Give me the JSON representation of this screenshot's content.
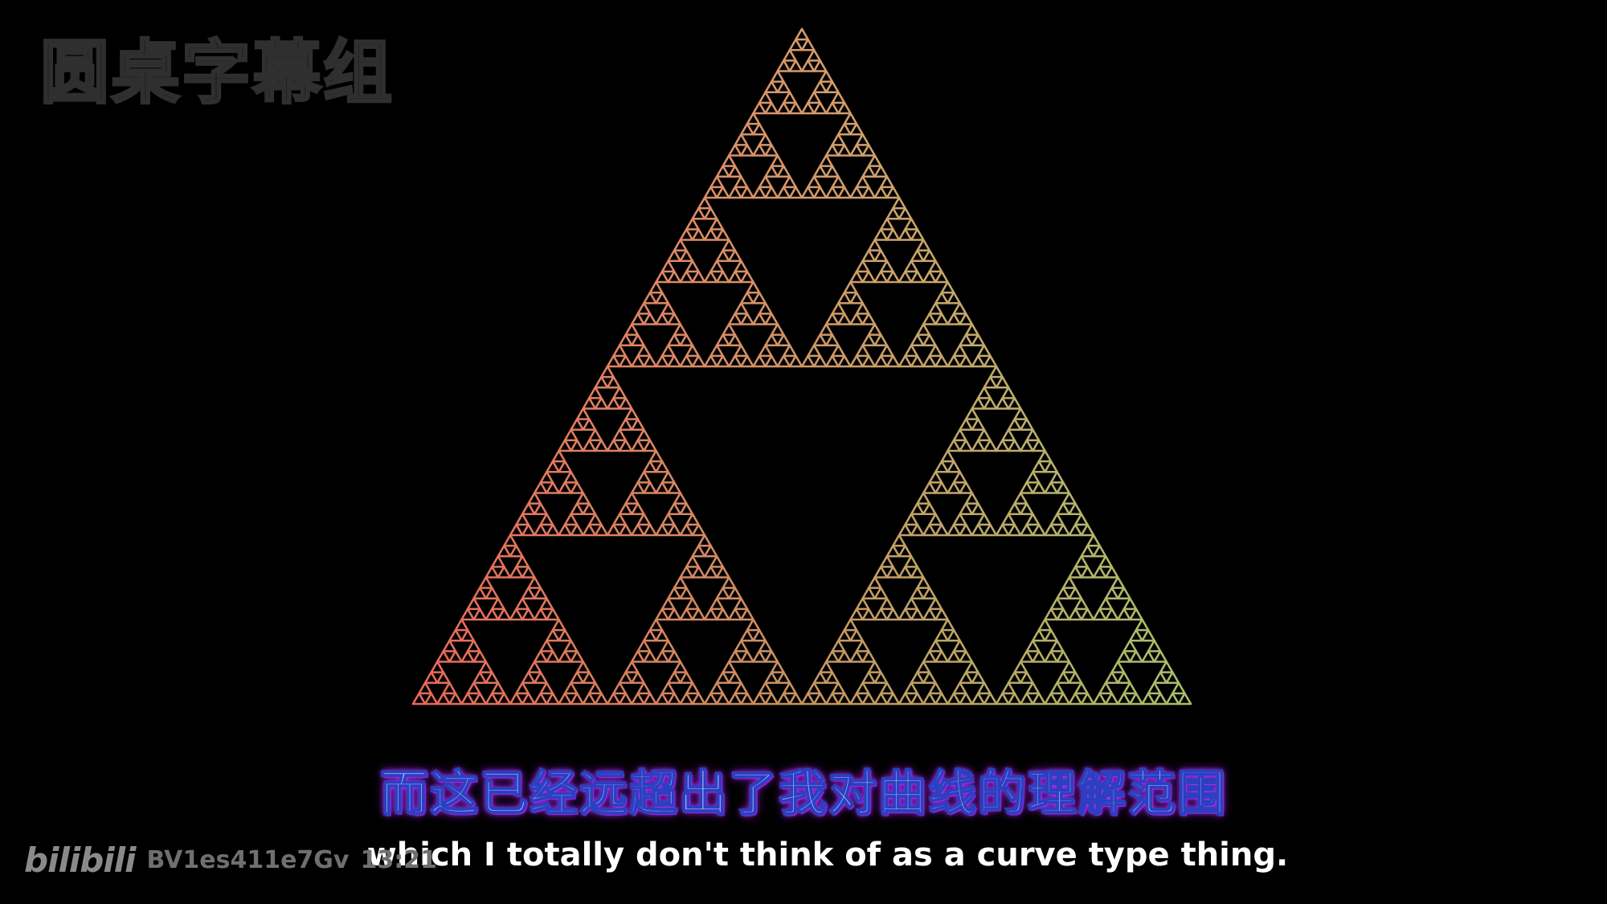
{
  "watermark": {
    "group_name": "圆桌字幕组"
  },
  "subtitles": {
    "chinese": "而这已经远超出了我对曲线的理解范围",
    "english": "which I totally don't think of as a curve type thing."
  },
  "overlay": {
    "logo": "bilibili",
    "video_id": "BV1es411e7Gv",
    "timestamp": "13:21"
  },
  "fractal": {
    "description_colors": {
      "top": "#d89a6c",
      "left": "#e8685a",
      "right": "#a8bf6a"
    },
    "depth": 7
  }
}
